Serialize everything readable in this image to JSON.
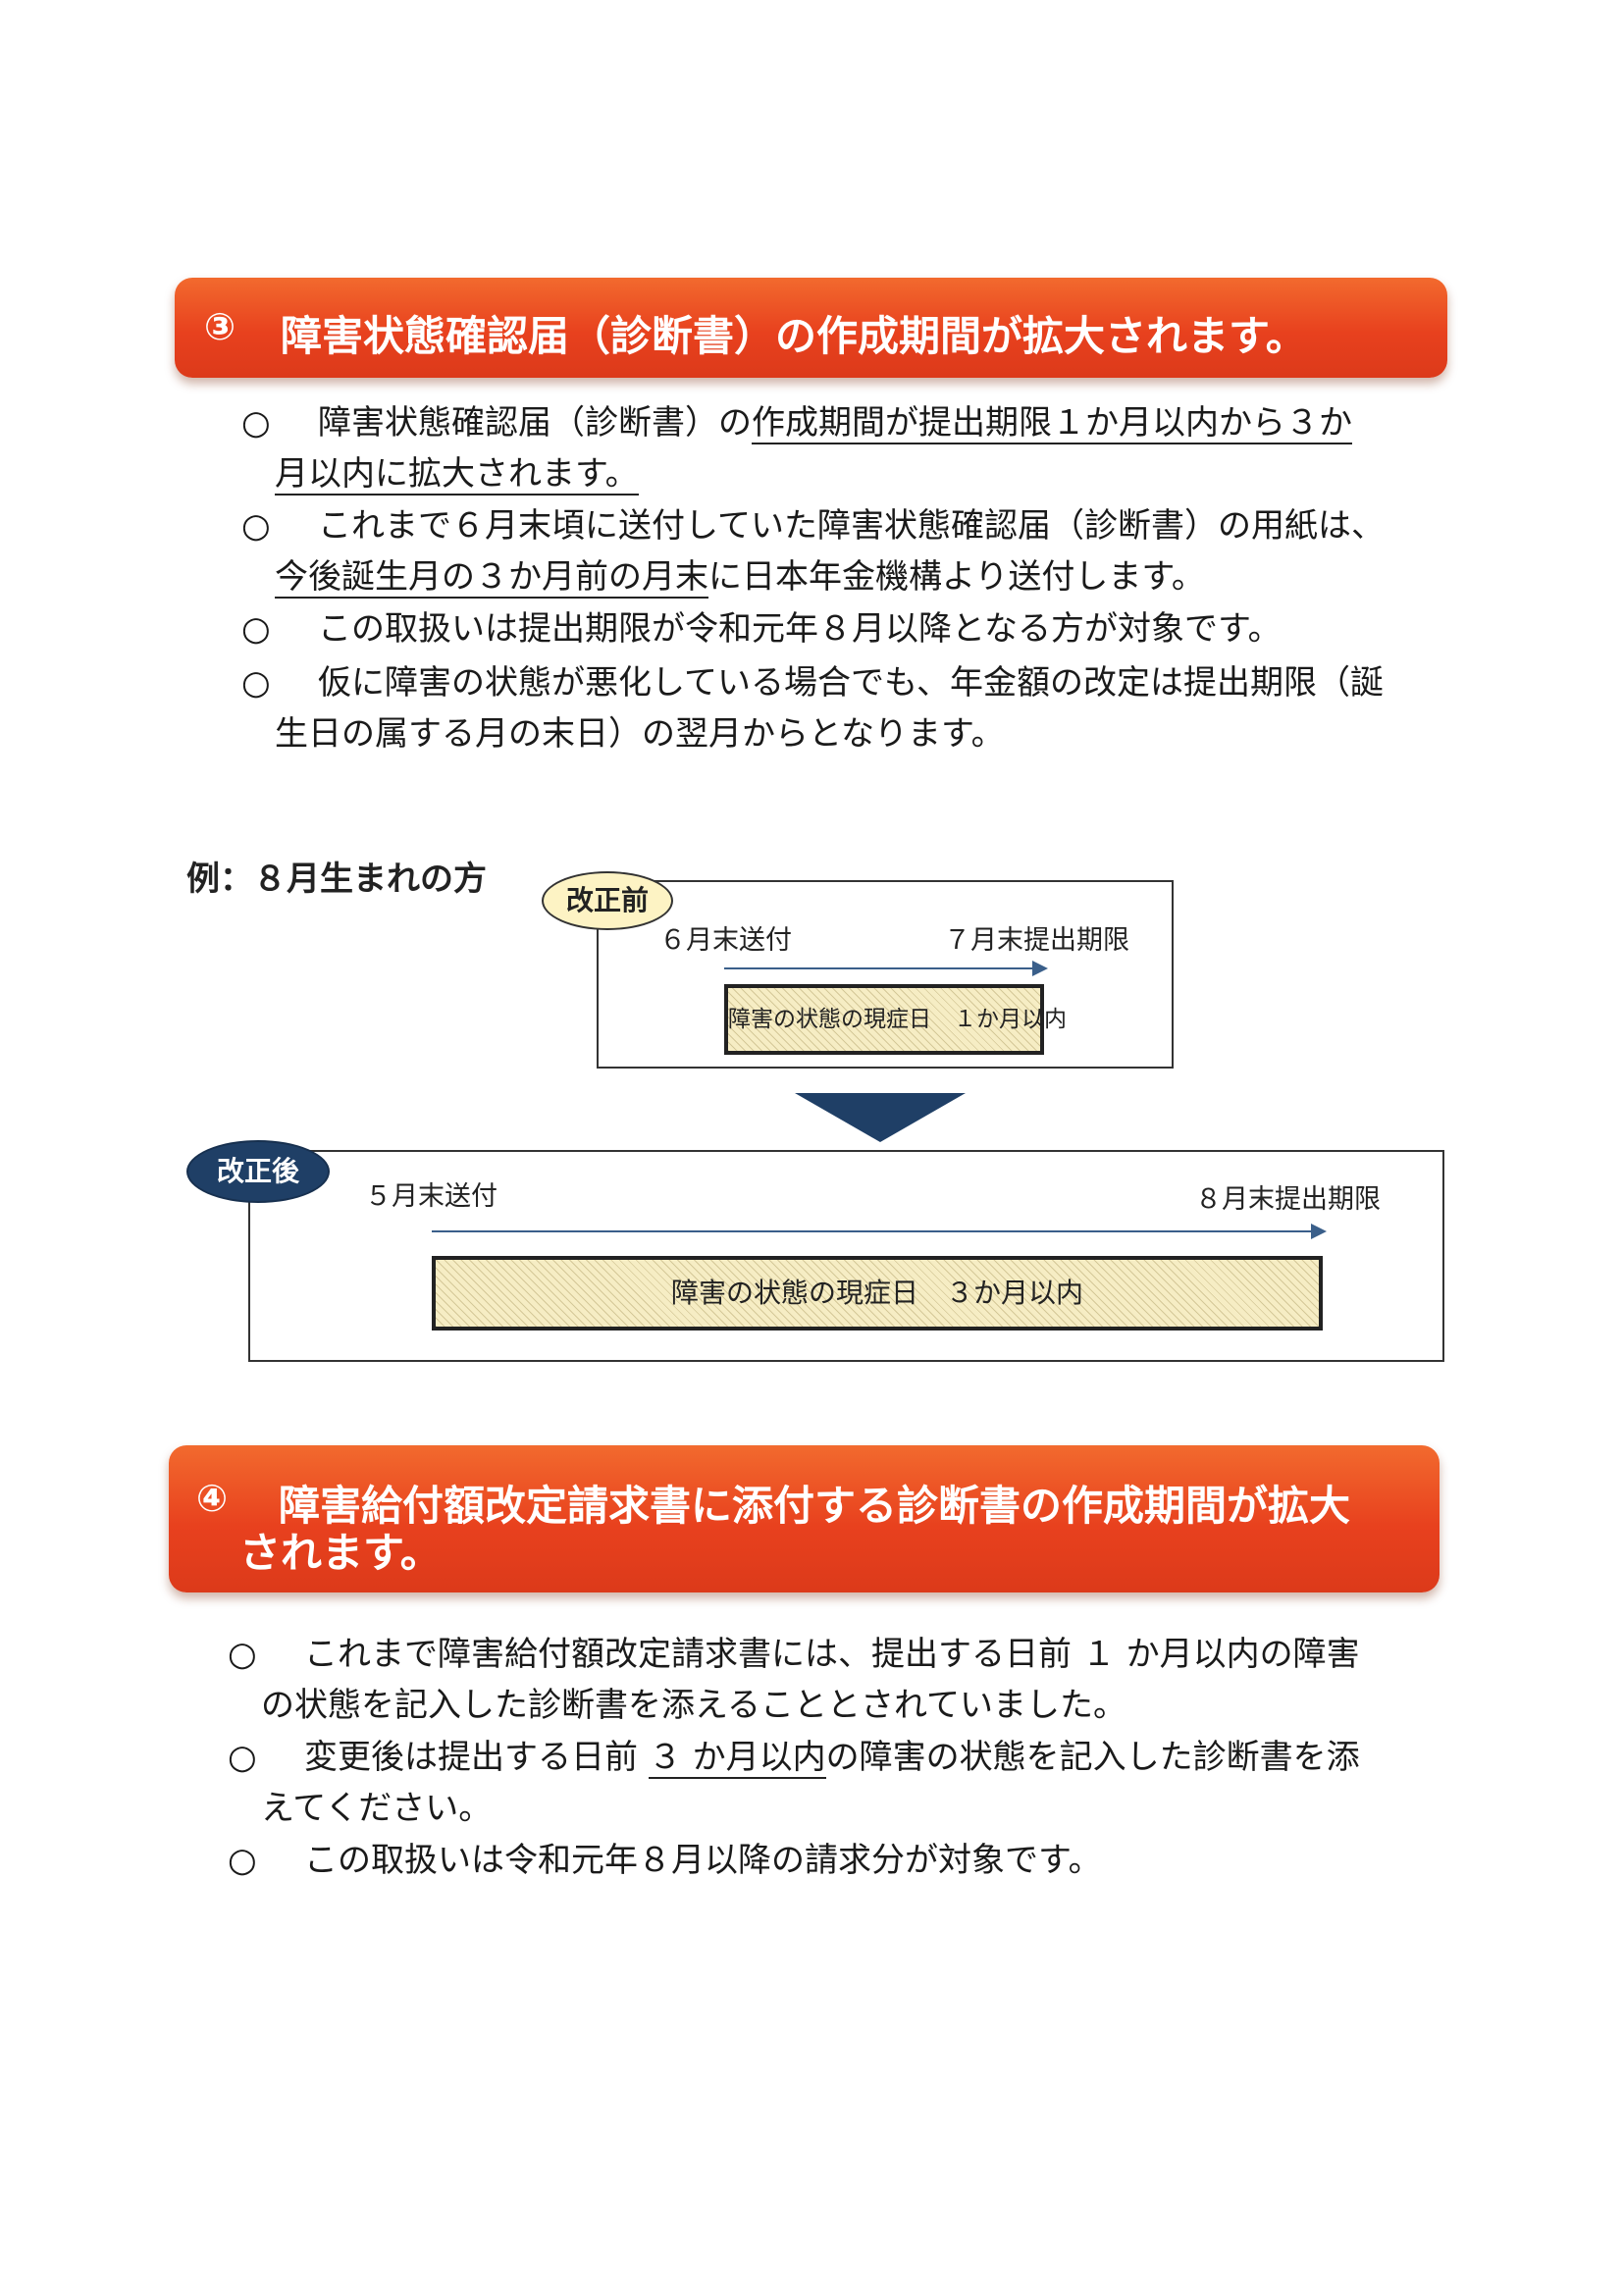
{
  "section3": {
    "number": "③",
    "title": "障害状態確認届（診断書）の作成期間が拡大されます。",
    "bullet_mark": "○",
    "b1_pre": "障害状態確認届（診断書）の",
    "b1_ul": "作成期間が提出期限１か月以内から３か",
    "b1_line2": "月以内に拡大されます。",
    "b2_line1": "これまで６月末頃に送付していた障害状態確認届（診断書）の用紙は、",
    "b2_ul": "今後誕生月の３か月前の月末",
    "b2_post": "に日本年金機構より送付します。",
    "b3": "この取扱いは提出期限が令和元年８月以降となる方が対象です。",
    "b4_line1": "仮に障害の状態が悪化している場合でも、年金額の改定は提出期限（誕",
    "b4_line2": "生日の属する月の末日）の翌月からとなります。"
  },
  "example": {
    "label": "例：８月生まれの方",
    "before": {
      "tag": "改正前",
      "start": "６月末送付",
      "end": "７月末提出期限",
      "bar": "障害の状態の現症日　１か月以内"
    },
    "after": {
      "tag": "改正後",
      "start": "５月末送付",
      "end": "８月末提出期限",
      "bar": "障害の状態の現症日　３か月以内"
    },
    "arrow_icon": "down-triangle-icon"
  },
  "section4": {
    "number": "④",
    "title_line1": "障害給付額改定請求書に添付する診断書の作成期間が拡大",
    "title_line2": "されます。",
    "bullet_mark": "○",
    "b1_line1": "これまで障害給付額改定請求書には、提出する日前 １ か月以内の障害",
    "b1_line2": "の状態を記入した診断書を添えることとされていました。",
    "b2_pre": "変更後は提出する日前 ",
    "b2_ul": "３ か月以内",
    "b2_post": "の障害の状態を記入した診断書を添",
    "b2_line2": "えてください。",
    "b3": "この取扱いは令和元年８月以降の請求分が対象です。"
  },
  "colors": {
    "banner": "#e8411e",
    "after_tag": "#1f3f66",
    "before_tag": "#fdf3c4",
    "arrow": "#1f3f66",
    "hatch": "#f6edc4"
  }
}
